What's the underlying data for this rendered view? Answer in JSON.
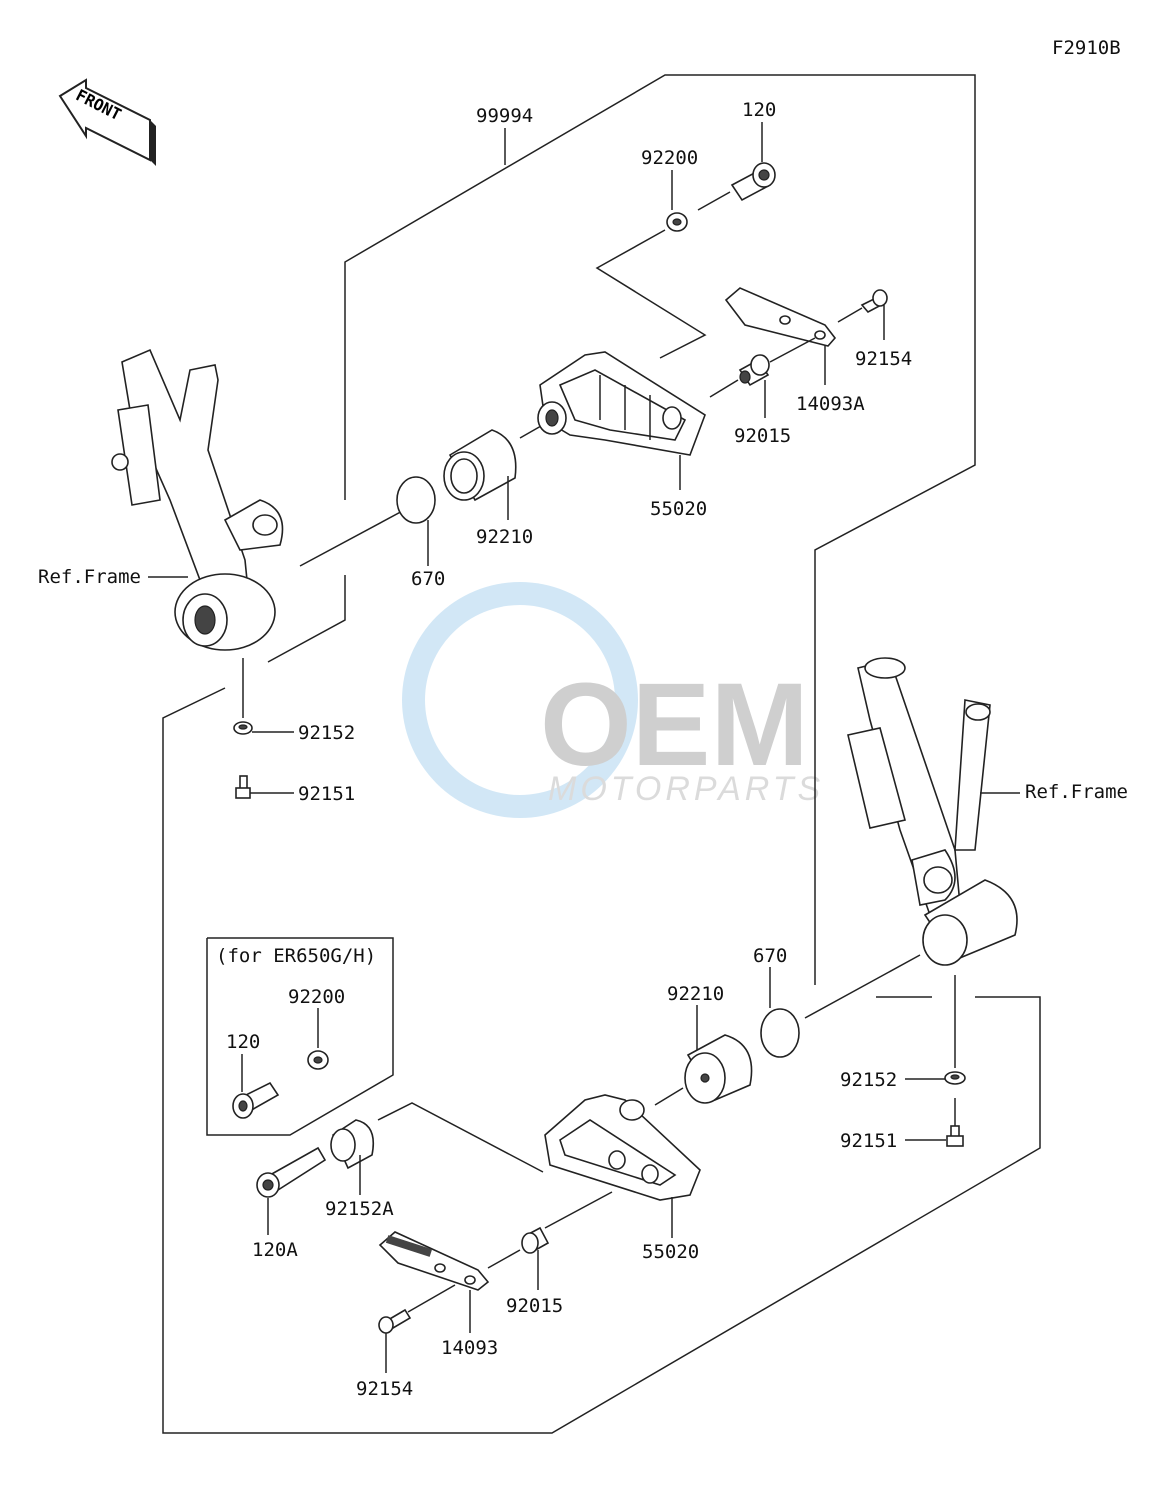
{
  "figure_code": "F2910B",
  "front_label": "FRONT",
  "variant_note": "(for ER650G/H)",
  "watermark": {
    "brand": "OEM",
    "subtitle": "MOTORPARTS"
  },
  "labels": {
    "p99994": "99994",
    "p120_top": "120",
    "p92200_top": "92200",
    "p92154_top": "92154",
    "p14093A": "14093A",
    "p92015_top": "92015",
    "p55020_top": "55020",
    "p92210_top": "92210",
    "p670_top": "670",
    "ref_frame_left": "Ref.Frame",
    "p92152_left": "92152",
    "p92151_left": "92151",
    "ref_frame_right": "Ref.Frame",
    "p670_right": "670",
    "p92210_right": "92210",
    "p92152_right": "92152",
    "p92151_right": "92151",
    "p92200_box": "92200",
    "p120_box": "120",
    "p92152A": "92152A",
    "p120A": "120A",
    "p55020_bottom": "55020",
    "p92015_bottom": "92015",
    "p14093": "14093",
    "p92154_bottom": "92154"
  }
}
